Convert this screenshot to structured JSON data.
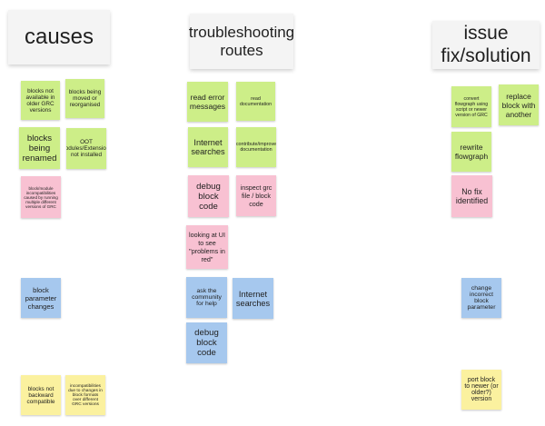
{
  "headers": {
    "causes": "causes",
    "routes": "troubleshooting\nroutes",
    "fix": "issue\nfix/solution"
  },
  "notes": {
    "c1": "blocks not available in older GRC versions",
    "c2": "blocks being moved or reorganised",
    "c3": "blocks being renamed",
    "c4": "OOT Modules/Extensions not installed",
    "c5": "block/module incompatibilities caused by running multiple different versions of GRC",
    "c6": "block parameter changes",
    "c7": "blocks not backward compatible",
    "c8": "incompatibilities due to changes in block formats over different GRC versions",
    "r1": "read error messages",
    "r2": "read documentation",
    "r3": "Internet searches",
    "r4": "contribute/improve documentation",
    "r5": "debug block code",
    "r6": "inspect grc file / block code",
    "r7": "looking at UI to see \"problems in red\"",
    "r8": "ask the community for help",
    "r9": "Internet searches",
    "r10": "debug block code",
    "f1": "convert flowgraph using script or newer version of GRC",
    "f2": "replace block with another",
    "f3": "rewrite flowgraph",
    "f4": "No fix identified",
    "f5": "change incorrect block parameter",
    "f6": "port block to newer (or older?) version"
  },
  "colors": {
    "green": "#cdee88",
    "pink": "#f8c1d2",
    "blue": "#a6c8ee",
    "yellow": "#fbf19f",
    "header": "#f4f4f4"
  }
}
